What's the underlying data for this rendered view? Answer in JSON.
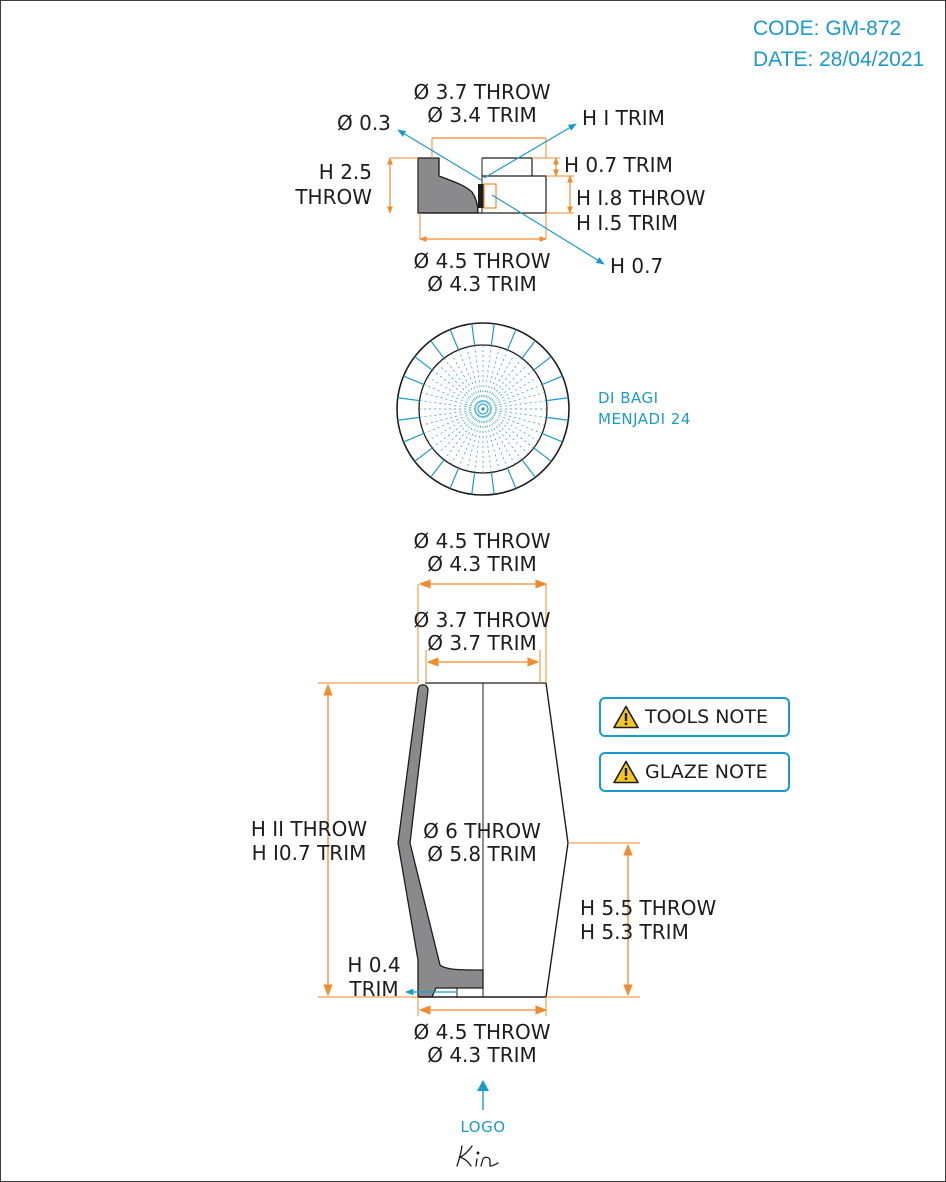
{
  "header": {
    "code": "CODE: GM-872",
    "date": "DATE: 28/04/2021"
  },
  "lid": {
    "top_dia_throw": "Ø 3.7 THROW",
    "top_dia_trim": "Ø 3.4 TRIM",
    "hole_dia": "Ø 0.3",
    "h1_trim": "H I TRIM",
    "h_throw_a": "H 2.5",
    "h_throw_b": "THROW",
    "h07_trim": "H 0.7 TRIM",
    "h18_throw": "H I.8 THROW",
    "h15_trim": "H I.5 TRIM",
    "h07": "H 0.7",
    "base_dia_throw": "Ø 4.5 THROW",
    "base_dia_trim": "Ø 4.3 TRIM"
  },
  "top_view": {
    "note_line1": "DI BAGI",
    "note_line2": "MENJADI 24",
    "divisions": 24
  },
  "body": {
    "top_outer_throw": "Ø 4.5 THROW",
    "top_outer_trim": "Ø 4.3 TRIM",
    "top_inner_throw": "Ø 3.7 THROW",
    "top_inner_trim": "Ø 3.7 TRIM",
    "height_throw": "H II THROW",
    "height_trim": "H I0.7 TRIM",
    "mid_dia_throw": "Ø 6 THROW",
    "mid_dia_trim": "Ø 5.8 TRIM",
    "lower_h_throw": "H 5.5 THROW",
    "lower_h_trim": "H 5.3 TRIM",
    "foot_h_a": "H 0.4",
    "foot_h_b": "TRIM",
    "base_dia_throw": "Ø 4.5 THROW",
    "base_dia_trim": "Ø 4.3 TRIM"
  },
  "notes": {
    "tools_label": "TOOLS NOTE",
    "glaze_label": "GLAZE NOTE",
    "icon": "warning-triangle-icon"
  },
  "logo": {
    "label": "LOGO",
    "signature": "Kin"
  },
  "colors": {
    "dimension_orange": "#f08a2c",
    "annotation_cyan": "#1a9bd0",
    "section_gray": "#8a8a8d",
    "outline": "#1d1d1d",
    "warning_yellow": "#f3c623"
  }
}
